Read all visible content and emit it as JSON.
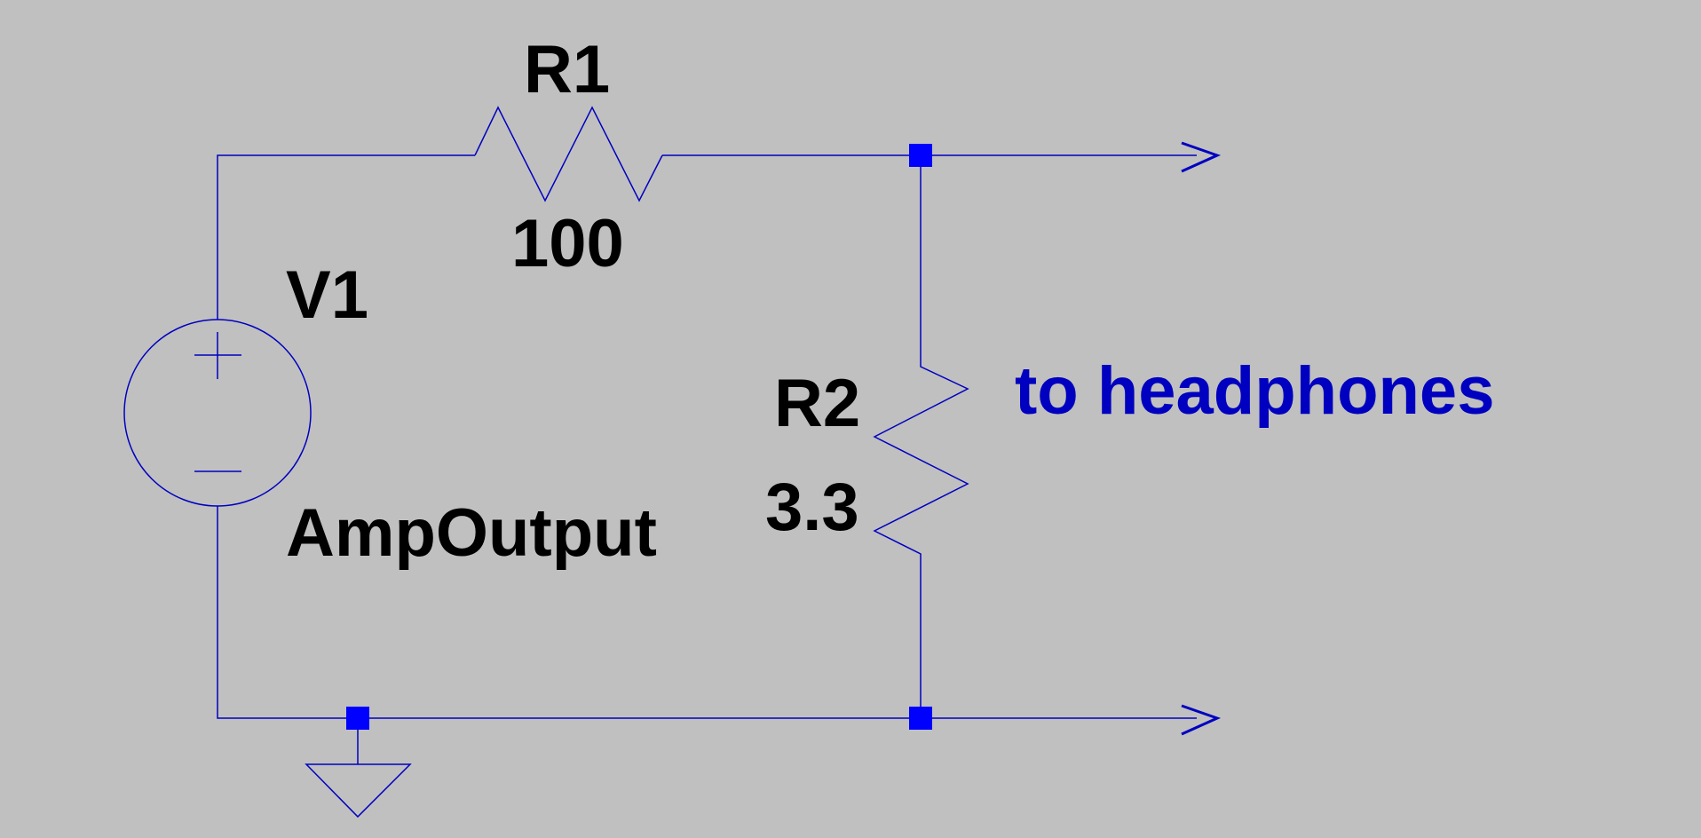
{
  "schematic": {
    "colors": {
      "background": "#c0c0c0",
      "wire": "#0000c0",
      "junction": "#0000ff",
      "symbol": "#0000c0",
      "text": "#000000",
      "net_label": "#0000c0"
    },
    "components": {
      "r1": {
        "ref": "R1",
        "value": "100"
      },
      "r2": {
        "ref": "R2",
        "value": "3.3"
      },
      "v1": {
        "ref": "V1",
        "value": "AmpOutput"
      }
    },
    "net_label": "to headphones"
  }
}
